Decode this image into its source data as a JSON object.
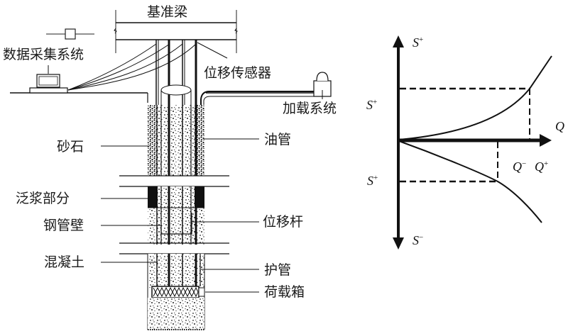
{
  "left_diagram": {
    "title": "基准梁",
    "labels": {
      "data_acquisition": "数据采集系统",
      "displacement_sensor": "位移传感器",
      "loading_system": "加载系统",
      "gravel": "砂石",
      "oil_pipe": "油管",
      "grout_section": "泛浆部分",
      "steel_pipe_wall": "钢管壁",
      "displacement_rod": "位移杆",
      "concrete": "混凝土",
      "protective_pipe": "护管",
      "load_box": "荷载箱"
    }
  },
  "right_diagram": {
    "y_axis_top": {
      "base": "S",
      "sup": "+"
    },
    "y_axis_bottom": {
      "base": "S",
      "sup": "−"
    },
    "x_axis": {
      "base": "Q"
    },
    "upper_level": {
      "base": "S",
      "sup": "+"
    },
    "lower_level": {
      "base": "S",
      "sup": "+"
    },
    "q_minus": {
      "base": "Q",
      "sup": "−"
    },
    "q_plus": {
      "base": "Q",
      "sup": "+"
    }
  }
}
